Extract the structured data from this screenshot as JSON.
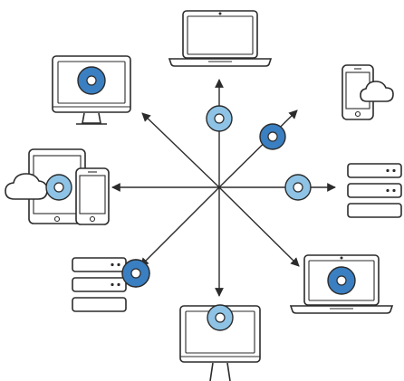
{
  "diagram": {
    "kind": "hub-and-spoke",
    "hub": {
      "icon": "center-point"
    },
    "spokes": [
      {
        "direction": "up",
        "device": "laptop",
        "disc": "light-disc"
      },
      {
        "direction": "up-right",
        "device": "smartphone-with-cloud",
        "disc": "dark-disc"
      },
      {
        "direction": "right",
        "device": "server-rack",
        "disc": "light-disc"
      },
      {
        "direction": "down-right",
        "device": "laptop",
        "disc": "dark-disc"
      },
      {
        "direction": "down",
        "device": "desktop-monitor",
        "disc": "light-disc"
      },
      {
        "direction": "down-left",
        "device": "server-rack",
        "disc": "dark-disc"
      },
      {
        "direction": "left",
        "device": "tablet-phone-with-cloud",
        "disc": "light-disc"
      },
      {
        "direction": "up-left",
        "device": "desktop-monitor",
        "disc": "dark-disc"
      }
    ]
  },
  "colors": {
    "stroke": "#2b2b2b",
    "light_disc": "#8ec3e6",
    "dark_disc": "#3a7fc1",
    "disc_center": "#ffffff",
    "background": "#ffffff"
  }
}
